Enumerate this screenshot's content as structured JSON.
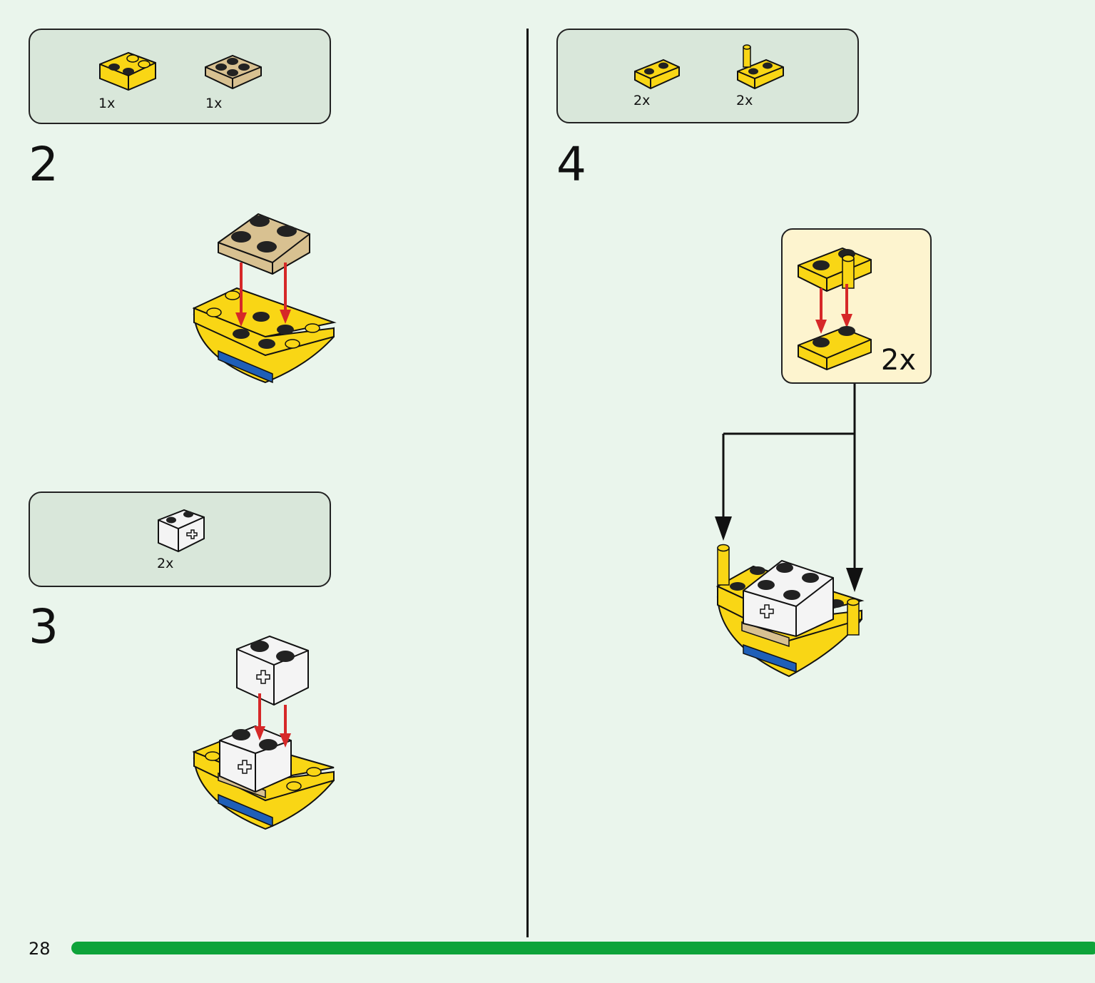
{
  "page_number": "28",
  "steps": [
    {
      "number": "2",
      "parts": [
        {
          "name": "yellow curved brick",
          "count": "1x"
        },
        {
          "name": "tan 2x2 plate",
          "count": "1x"
        }
      ]
    },
    {
      "number": "3",
      "parts": [
        {
          "name": "white 1x2 axle brick",
          "count": "2x"
        }
      ]
    },
    {
      "number": "4",
      "parts": [
        {
          "name": "yellow 1x2 plate",
          "count": "2x"
        },
        {
          "name": "yellow plate with bar",
          "count": "2x"
        }
      ],
      "callout_count": "2x"
    }
  ],
  "colors": {
    "background": "#eaf5ec",
    "parts_box": "#d9e7da",
    "callout": "#fdf4cf",
    "yellow": "#f9d615",
    "tan": "#d8c191",
    "blue": "#1f5fb8",
    "white": "#f4f4f4",
    "arrow_red": "#d62828",
    "footer_bar": "#0ea33a"
  }
}
